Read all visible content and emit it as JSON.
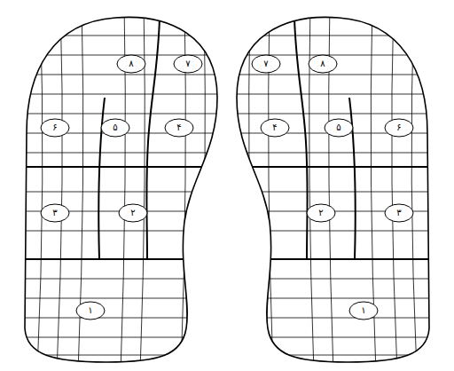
{
  "diagram": {
    "nodes": [
      {
        "text": [
          "۸"
        ]
      },
      {
        "text": [
          "۷"
        ]
      },
      {
        "text": [
          "۶"
        ]
      },
      {
        "text": [
          "۵"
        ]
      },
      {
        "text": [
          "۴"
        ]
      },
      {
        "text": [
          "۳"
        ]
      },
      {
        "text": [
          "۲"
        ]
      },
      {
        "text": [
          "۱"
        ]
      },
      {
        "text": [
          "۷"
        ]
      },
      {
        "text": [
          "۸"
        ]
      },
      {
        "text": [
          "۴"
        ]
      },
      {
        "text": [
          "۵"
        ]
      },
      {
        "text": [
          "۶"
        ]
      },
      {
        "text": [
          "۲"
        ]
      },
      {
        "text": [
          "۳"
        ]
      },
      {
        "text": [
          "۱"
        ]
      }
    ]
  }
}
